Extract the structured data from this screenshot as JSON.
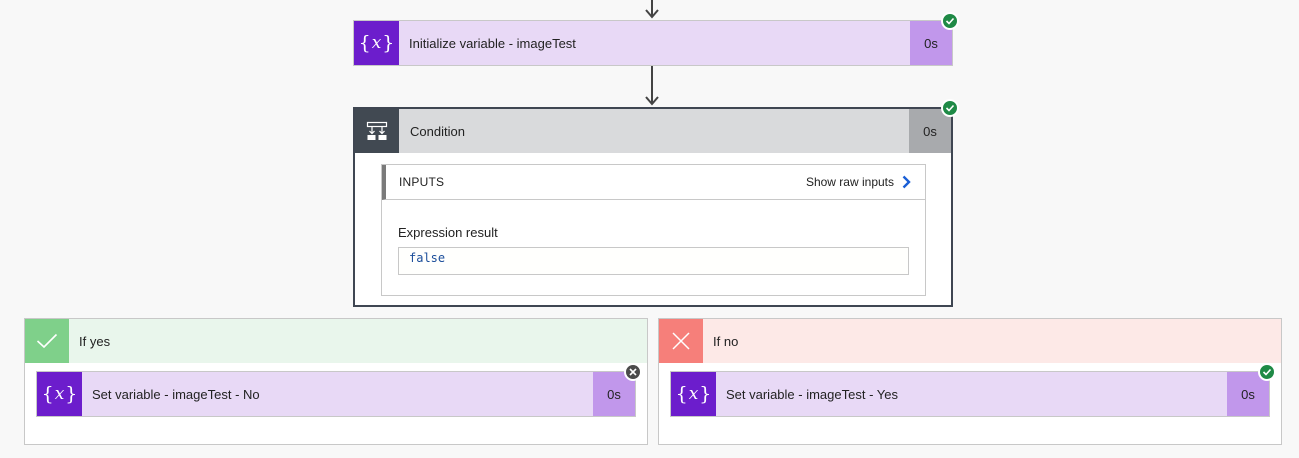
{
  "colors": {
    "background": "#f8f8f8",
    "variable_icon_bg": "#6c1dcc",
    "variable_card_bg": "#e8d9f6",
    "variable_duration_bg": "#c197eb",
    "condition_border": "#3f4652",
    "condition_header_bg": "#d9dadc",
    "condition_duration_bg": "#a8aaad",
    "yes_icon_bg": "#7fd08a",
    "yes_header_bg": "#e9f6ec",
    "no_icon_bg": "#f67f7a",
    "no_header_bg": "#fde9e7",
    "success_badge": "#1f8a46",
    "skipped_badge": "#4b4b4b",
    "expression_value": "#1b4d9a",
    "link_chevron": "#1a5fd6"
  },
  "flow": {
    "init_variable": {
      "icon": "variable-icon",
      "title": "Initialize variable - imageTest",
      "duration": "0s",
      "status": "succeeded"
    },
    "condition": {
      "icon": "condition-icon",
      "title": "Condition",
      "duration": "0s",
      "status": "succeeded",
      "inputs": {
        "header": "INPUTS",
        "show_raw_label": "Show raw inputs",
        "expression_label": "Expression result",
        "expression_value": "false"
      }
    },
    "branches": {
      "yes": {
        "icon": "checkmark-icon",
        "label": "If yes",
        "action": {
          "icon": "variable-icon",
          "title": "Set variable - imageTest - No",
          "duration": "0s",
          "status": "skipped"
        }
      },
      "no": {
        "icon": "cross-icon",
        "label": "If no",
        "action": {
          "icon": "variable-icon",
          "title": "Set variable - imageTest - Yes",
          "duration": "0s",
          "status": "succeeded"
        }
      }
    }
  }
}
